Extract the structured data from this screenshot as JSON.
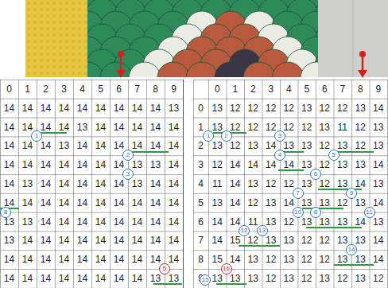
{
  "diagram": {
    "labels": [
      "0",
      "1",
      "2",
      "3",
      "4",
      "5",
      "6",
      "7",
      "8",
      "9",
      "14",
      "14",
      "14",
      "14",
      "14",
      "14",
      "14",
      "14",
      "14",
      "13",
      "14",
      "14",
      "14",
      "14",
      "13",
      "14",
      "14",
      "14",
      "14",
      "14",
      "14",
      "14",
      "14",
      "13",
      "14",
      "14",
      "14",
      "14",
      "14",
      "14",
      "14",
      "14",
      "14",
      "14",
      "14",
      "14",
      "14",
      "13",
      "13",
      "14",
      "14",
      "13",
      "14",
      "14",
      "14",
      "14",
      "14",
      "13",
      "14",
      "14",
      "14",
      "14",
      "14",
      "14",
      "14",
      "14",
      "14",
      "14",
      "14",
      "14",
      "13",
      "13",
      "14",
      "14",
      "14",
      "14",
      "14",
      "14",
      "14",
      "14",
      "13",
      "14",
      "14",
      "14",
      "14",
      "14",
      "14",
      "14",
      "14",
      "14",
      "14",
      "14",
      "14",
      "14",
      "14",
      "14",
      "14",
      "14",
      "14",
      "14",
      "14",
      "14",
      "14",
      "14",
      "14",
      "14",
      "14",
      "14",
      "13",
      "13",
      "1",
      "2",
      "3",
      "8",
      "5",
      "0",
      "1",
      "2",
      "3",
      "4",
      "5",
      "6",
      "7",
      "8",
      "9",
      "0",
      "1",
      "2",
      "3",
      "4",
      "5",
      "6",
      "7",
      "8",
      "9",
      "13",
      "12",
      "12",
      "12",
      "12",
      "13",
      "12",
      "12",
      "13",
      "14",
      "13",
      "12",
      "12",
      "12",
      "12",
      "12",
      "13",
      "11",
      "12",
      "13",
      "13",
      "12",
      "13",
      "14",
      "13",
      "13",
      "12",
      "13",
      "12",
      "13",
      "12",
      "14",
      "14",
      "14",
      "14",
      "13",
      "12",
      "13",
      "13",
      "14",
      "11",
      "14",
      "13",
      "12",
      "12",
      "13",
      "12",
      "13",
      "14",
      "13",
      "13",
      "14",
      "12",
      "13",
      "14",
      "13",
      "13",
      "12",
      "13",
      "14",
      "14",
      "14",
      "11",
      "13",
      "12",
      "13",
      "13",
      "13",
      "14",
      "13",
      "14",
      "15",
      "12",
      "13",
      "13",
      "12",
      "12",
      "13",
      "13",
      "14",
      "15",
      "14",
      "13",
      "12",
      "13",
      "12",
      "12",
      "13",
      "13",
      "14",
      "13",
      "13",
      "13",
      "12",
      "13",
      "12",
      "13",
      "12",
      "13",
      "12",
      "1",
      "2",
      "3",
      "4",
      "5",
      "6",
      "7",
      "8",
      "9",
      "10",
      "11",
      "12",
      "13",
      "14",
      "15",
      "16"
    ]
  }
}
